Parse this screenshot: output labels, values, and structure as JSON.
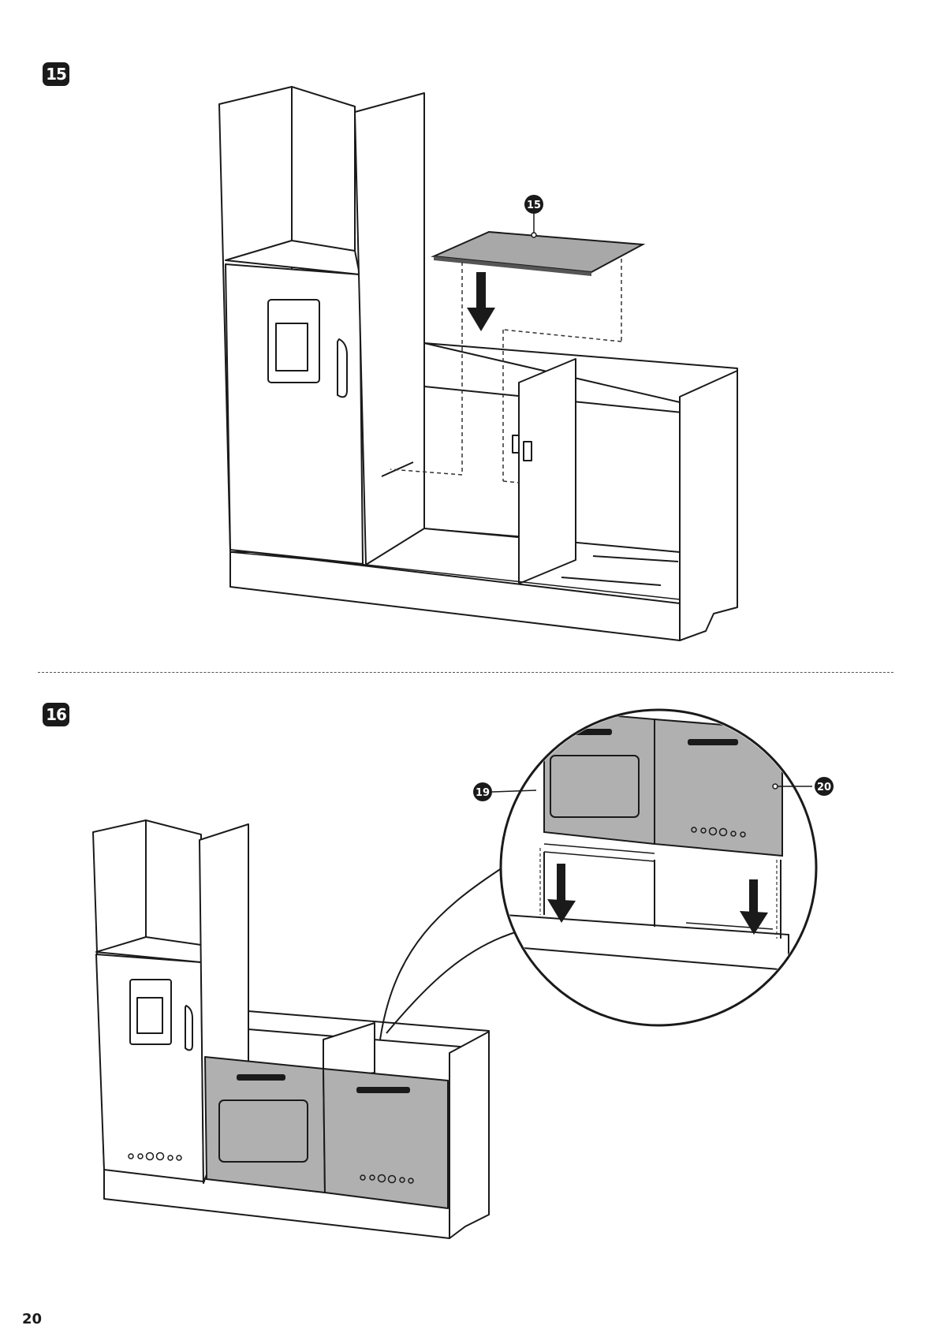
{
  "steps": [
    {
      "number": "15",
      "part_callouts": [
        "15"
      ]
    },
    {
      "number": "16",
      "part_callouts": [
        "19",
        "20"
      ]
    }
  ],
  "page_number": "20"
}
